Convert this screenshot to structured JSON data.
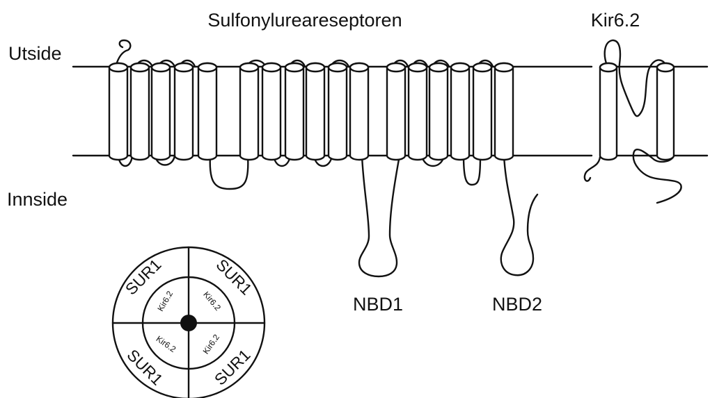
{
  "title": "Sulfonylureareseptoren",
  "kir_label": "Kir6.2",
  "outside_label": "Utside",
  "inside_label": "Innside",
  "nbd1_label": "NBD1",
  "nbd2_label": "NBD2",
  "complex": {
    "outer": [
      "SUR1",
      "SUR1",
      "SUR1",
      "SUR1"
    ],
    "inner": [
      "Kir6.2",
      "Kir6.2",
      "Kir6.2",
      "Kir6.2"
    ]
  }
}
